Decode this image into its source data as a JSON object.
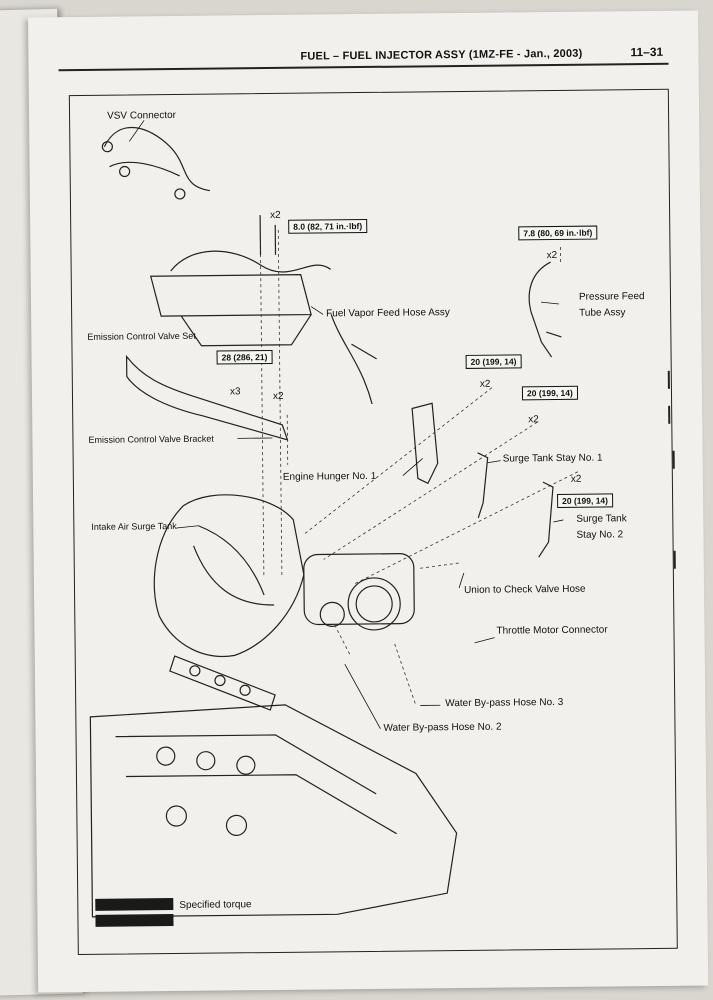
{
  "header": {
    "title": "FUEL  –  FUEL INJECTOR ASSY (1MZ-FE - Jan., 2003)",
    "page_number": "11–31"
  },
  "labels": {
    "vsv_connector": "VSV Connector",
    "fuel_vapor_feed_hose": "Fuel Vapor Feed Hose Assy",
    "emission_control_valve_set": "Emission Control Valve Set",
    "emission_control_valve_bracket": "Emission Control Valve Bracket",
    "pressure_feed_tube_1": "Pressure Feed",
    "pressure_feed_tube_2": "Tube Assy",
    "engine_hunger": "Engine Hunger No. 1",
    "surge_tank_stay_1": "Surge Tank Stay No. 1",
    "surge_tank_stay_2a": "Surge Tank",
    "surge_tank_stay_2b": "Stay No. 2",
    "intake_air_surge_tank": "Intake Air Surge Tank",
    "union_check_valve_hose": "Union to Check Valve Hose",
    "throttle_motor_connector": "Throttle Motor Connector",
    "water_bypass_3": "Water By-pass Hose No. 3",
    "water_bypass_2": "Water By-pass Hose No. 2",
    "specified_torque": "Specified torque"
  },
  "torques": {
    "t1": "8.0 (82, 71 in.·lbf)",
    "t2": "7.8 (80, 69 in.·lbf)",
    "t3": "28 (286, 21)",
    "t4": "20 (199, 14)",
    "t5": "20 (199, 14)",
    "t6": "20 (199, 14)"
  },
  "multipliers": {
    "m1": "x2",
    "m2": "x2",
    "m3": "x3",
    "m4": "x2",
    "m5": "x2",
    "m6": "x2",
    "m7": "x2"
  }
}
